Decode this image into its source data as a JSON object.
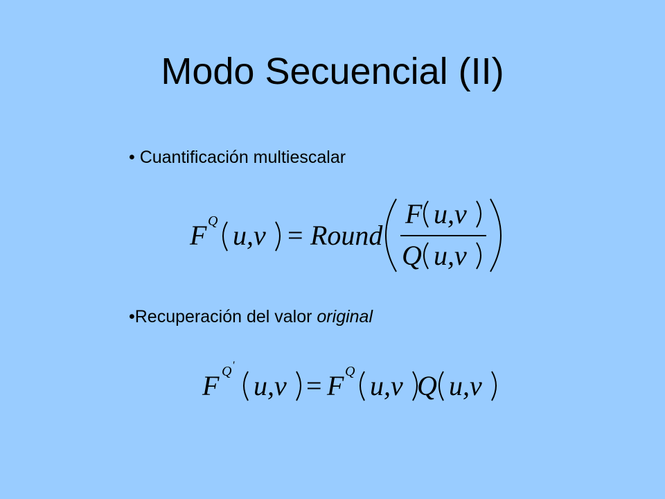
{
  "slide": {
    "title": "Modo Secuencial (II)",
    "bullet_1": "• Cuantificación multiescalar",
    "bullet_2_prefix": "•Recuperación del valor ",
    "bullet_2_emphasis": "original"
  },
  "formula_1": {
    "lhs_symbol": "F",
    "lhs_superscript": "Q",
    "lhs_args": "u,v",
    "equals": "=",
    "function_name": "Round",
    "numerator_symbol": "F",
    "numerator_args": "u,v",
    "denominator_symbol": "Q",
    "denominator_args": "u,v"
  },
  "formula_2": {
    "lhs_symbol": "F",
    "lhs_superscript": "Q",
    "lhs_prime": "'",
    "lhs_args": "u,v",
    "equals": "=",
    "rhs_symbol": "F",
    "rhs_superscript": "Q",
    "rhs_args": "u,v",
    "factor_symbol": "Q",
    "factor_args": "u,v"
  },
  "colors": {
    "background": "#99ccff",
    "text": "#000000"
  }
}
